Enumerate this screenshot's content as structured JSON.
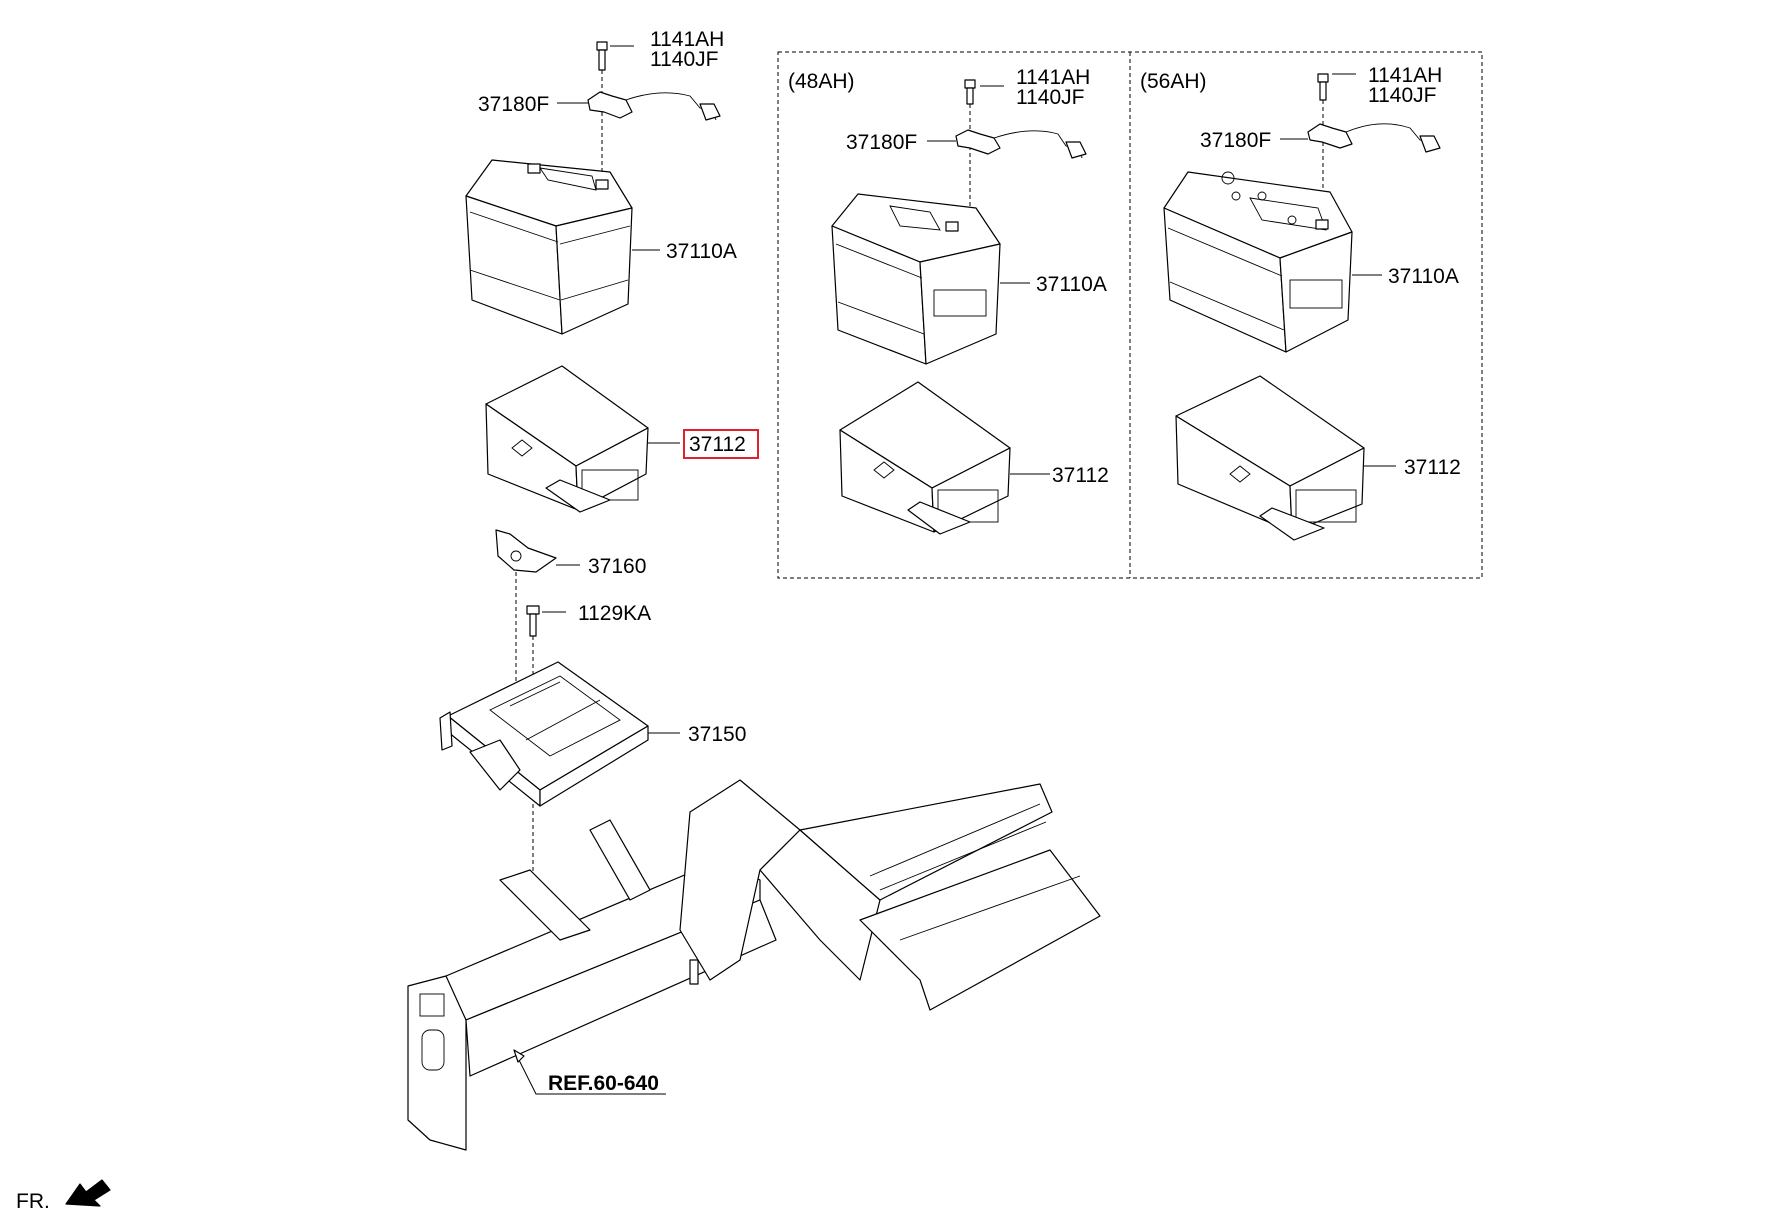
{
  "labels": {
    "left_bolt_a": "1141AH",
    "left_bolt_b": "1140JF",
    "left_cable": "37180F",
    "left_battery": "37110A",
    "left_tray": "37112",
    "clamp": "37160",
    "tray_bolt": "1129KA",
    "bracket": "37150",
    "ref": "REF.60-640",
    "front": "FR.",
    "variant_48": "(48AH)",
    "variant_56": "(56AH)",
    "v48_bolt_a": "1141AH",
    "v48_bolt_b": "1140JF",
    "v48_cable": "37180F",
    "v48_battery": "37110A",
    "v48_tray": "37112",
    "v56_bolt_a": "1141AH",
    "v56_bolt_b": "1140JF",
    "v56_cable": "37180F",
    "v56_battery": "37110A",
    "v56_tray": "37112"
  },
  "colors": {
    "line": "#000000",
    "highlight": "#e0202a",
    "background": "#ffffff"
  }
}
